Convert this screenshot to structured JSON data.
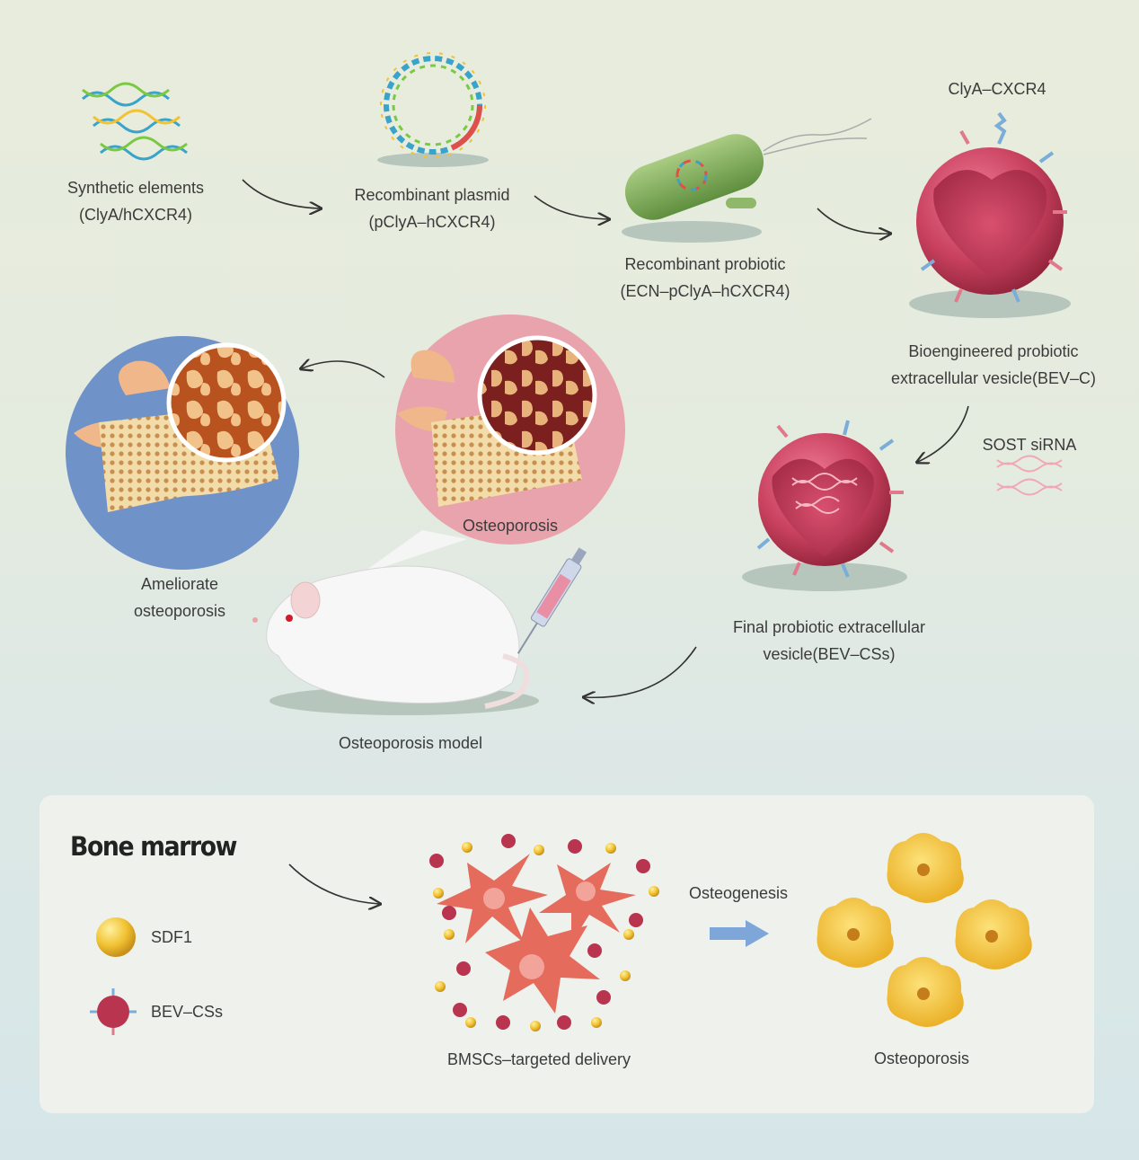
{
  "steps": {
    "synthetic": {
      "line1": "Synthetic elements",
      "line2": "(ClyA/hCXCR4)"
    },
    "plasmid": {
      "line1": "Recombinant plasmid",
      "line2": "(pClyA–hCXCR4)"
    },
    "probiotic": {
      "line1": "Recombinant probiotic",
      "line2": "(ECN–pClyA–hCXCR4)"
    },
    "clya": "ClyA–CXCR4",
    "bev_c": {
      "line1": "Bioengineered probiotic",
      "line2": "extracellular vesicle(BEV–C)"
    },
    "sost": "SOST siRNA",
    "bev_cs": {
      "line1": "Final probiotic extracellular",
      "line2": "vesicle(BEV–CSs)"
    },
    "osteoporosis_bubble": "Osteoporosis",
    "ameliorate": {
      "line1": "Ameliorate",
      "line2": "osteoporosis"
    },
    "model": "Osteoporosis model"
  },
  "panel": {
    "title": "Bone marrow",
    "legend": [
      {
        "icon": "sdf1-ball-icon",
        "label": "SDF1"
      },
      {
        "icon": "bev-css-icon",
        "label": "BEV–CSs"
      }
    ],
    "delivery_label": "BMSCs–targeted delivery",
    "osteogenesis_label": "Osteogenesis",
    "result_label": "Osteoporosis"
  },
  "colors": {
    "vesicle": "#c8415e",
    "bone_fill": "#f0d9a8",
    "cell": "#e56b5c",
    "osteo_cell": "#f3c03a",
    "arrow_blue": "#7ea6d8",
    "bacterium": "#8fb86a"
  }
}
